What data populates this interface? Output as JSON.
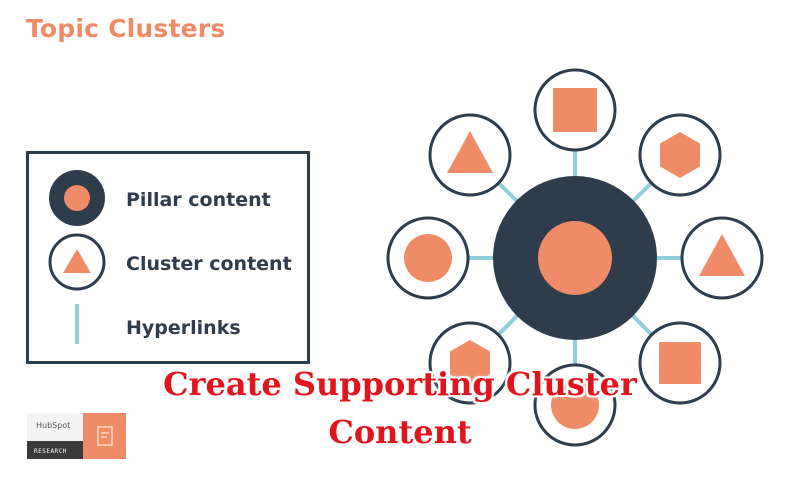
{
  "header": {
    "title": "Topic Clusters"
  },
  "legend": {
    "items": [
      {
        "label": "Pillar content",
        "icon": "pillar-circle-icon"
      },
      {
        "label": "Cluster content",
        "icon": "cluster-triangle-icon"
      },
      {
        "label": "Hyperlinks",
        "icon": "hyperlink-line-icon"
      }
    ]
  },
  "diagram": {
    "center": "pillar",
    "clusters": [
      "square",
      "hexagon",
      "triangle",
      "square",
      "circle",
      "hexagon",
      "circle",
      "triangle"
    ]
  },
  "logo": {
    "brand": "HubSpot",
    "sub": "RESEARCH"
  },
  "overlay": {
    "line1": "Create Supporting Cluster",
    "line2": "Content"
  },
  "colors": {
    "title": "#ef8b67",
    "dark": "#2f3c4b",
    "accent": "#ef8b67",
    "link": "#8fd0da",
    "overlay": "#e0141c"
  }
}
